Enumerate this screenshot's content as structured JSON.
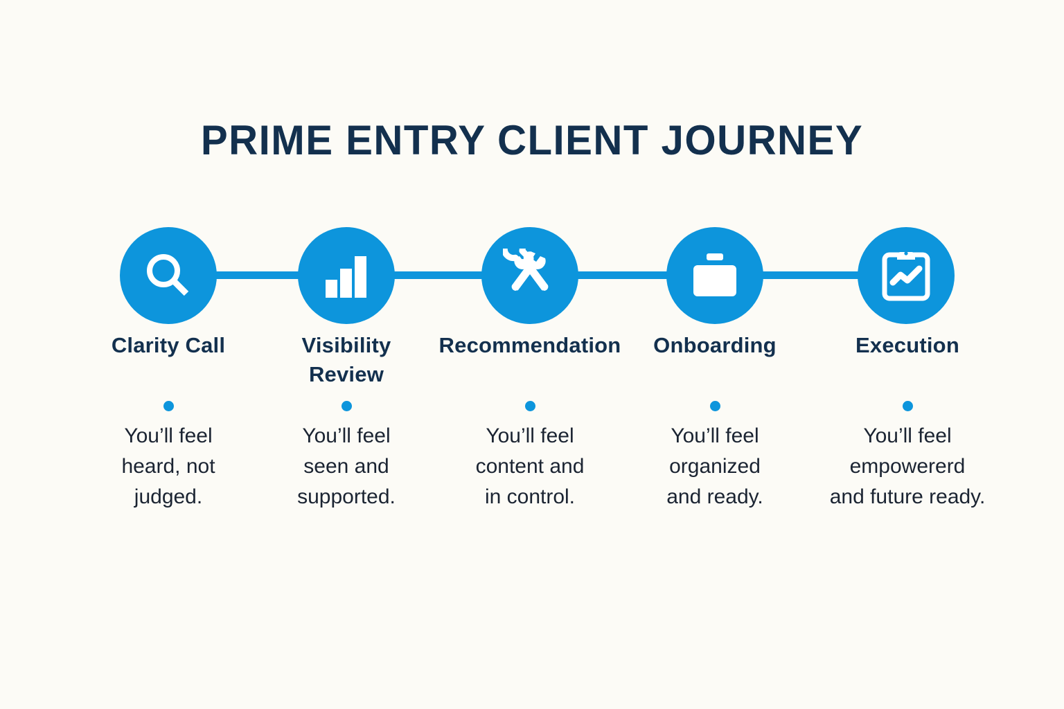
{
  "page": {
    "title": "PRIME ENTRY CLIENT JOURNEY",
    "background_color": "#FCFBF6",
    "accent_color": "#0D95DC",
    "title_color": "#13304E",
    "body_text_color": "#1B2432"
  },
  "steps": [
    {
      "icon": "search-icon",
      "label": "Clarity Call",
      "label_lines": [
        "Clarity Call"
      ],
      "description_lines": [
        "You’ll feel",
        "heard, not",
        "judged."
      ]
    },
    {
      "icon": "bar-chart-icon",
      "label": "Visibility Review",
      "label_lines": [
        "Visibility",
        "Review"
      ],
      "description_lines": [
        "You’ll feel",
        "seen and",
        "supported."
      ]
    },
    {
      "icon": "tools-icon",
      "label": "Recommendation",
      "label_lines": [
        "Recommendation"
      ],
      "description_lines": [
        "You’ll feel",
        "content and",
        "in control."
      ]
    },
    {
      "icon": "briefcase-icon",
      "label": "Onboarding",
      "label_lines": [
        "Onboarding"
      ],
      "description_lines": [
        "You’ll feel",
        "organized",
        "and ready."
      ]
    },
    {
      "icon": "clipboard-chart-icon",
      "label": "Execution",
      "label_lines": [
        "Execution"
      ],
      "description_lines": [
        "You’ll feel",
        "empowererd",
        "and future ready."
      ]
    }
  ],
  "connector": {
    "dot_count": 4,
    "style": "solid-line-with-dots"
  }
}
